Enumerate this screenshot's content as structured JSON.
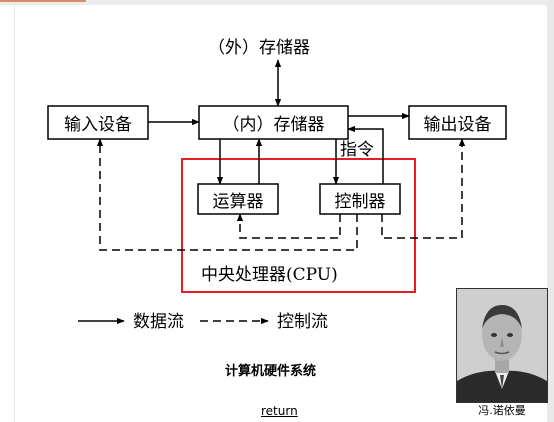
{
  "diagram": {
    "external_storage": "（外）存储器",
    "internal_storage": "（内）存储器",
    "input_device": "输入设备",
    "output_device": "输出设备",
    "alu": "运算器",
    "controller": "控制器",
    "instruction_label": "指令",
    "cpu_label": "中央处理器(CPU)"
  },
  "legend": {
    "data_flow": "数据流",
    "control_flow": "控制流"
  },
  "caption": "计算机硬件系统",
  "return_link": "return",
  "photo": {
    "name": "冯.诺依曼"
  },
  "colors": {
    "cpu_border": "#e31e24",
    "line": "#000000"
  }
}
